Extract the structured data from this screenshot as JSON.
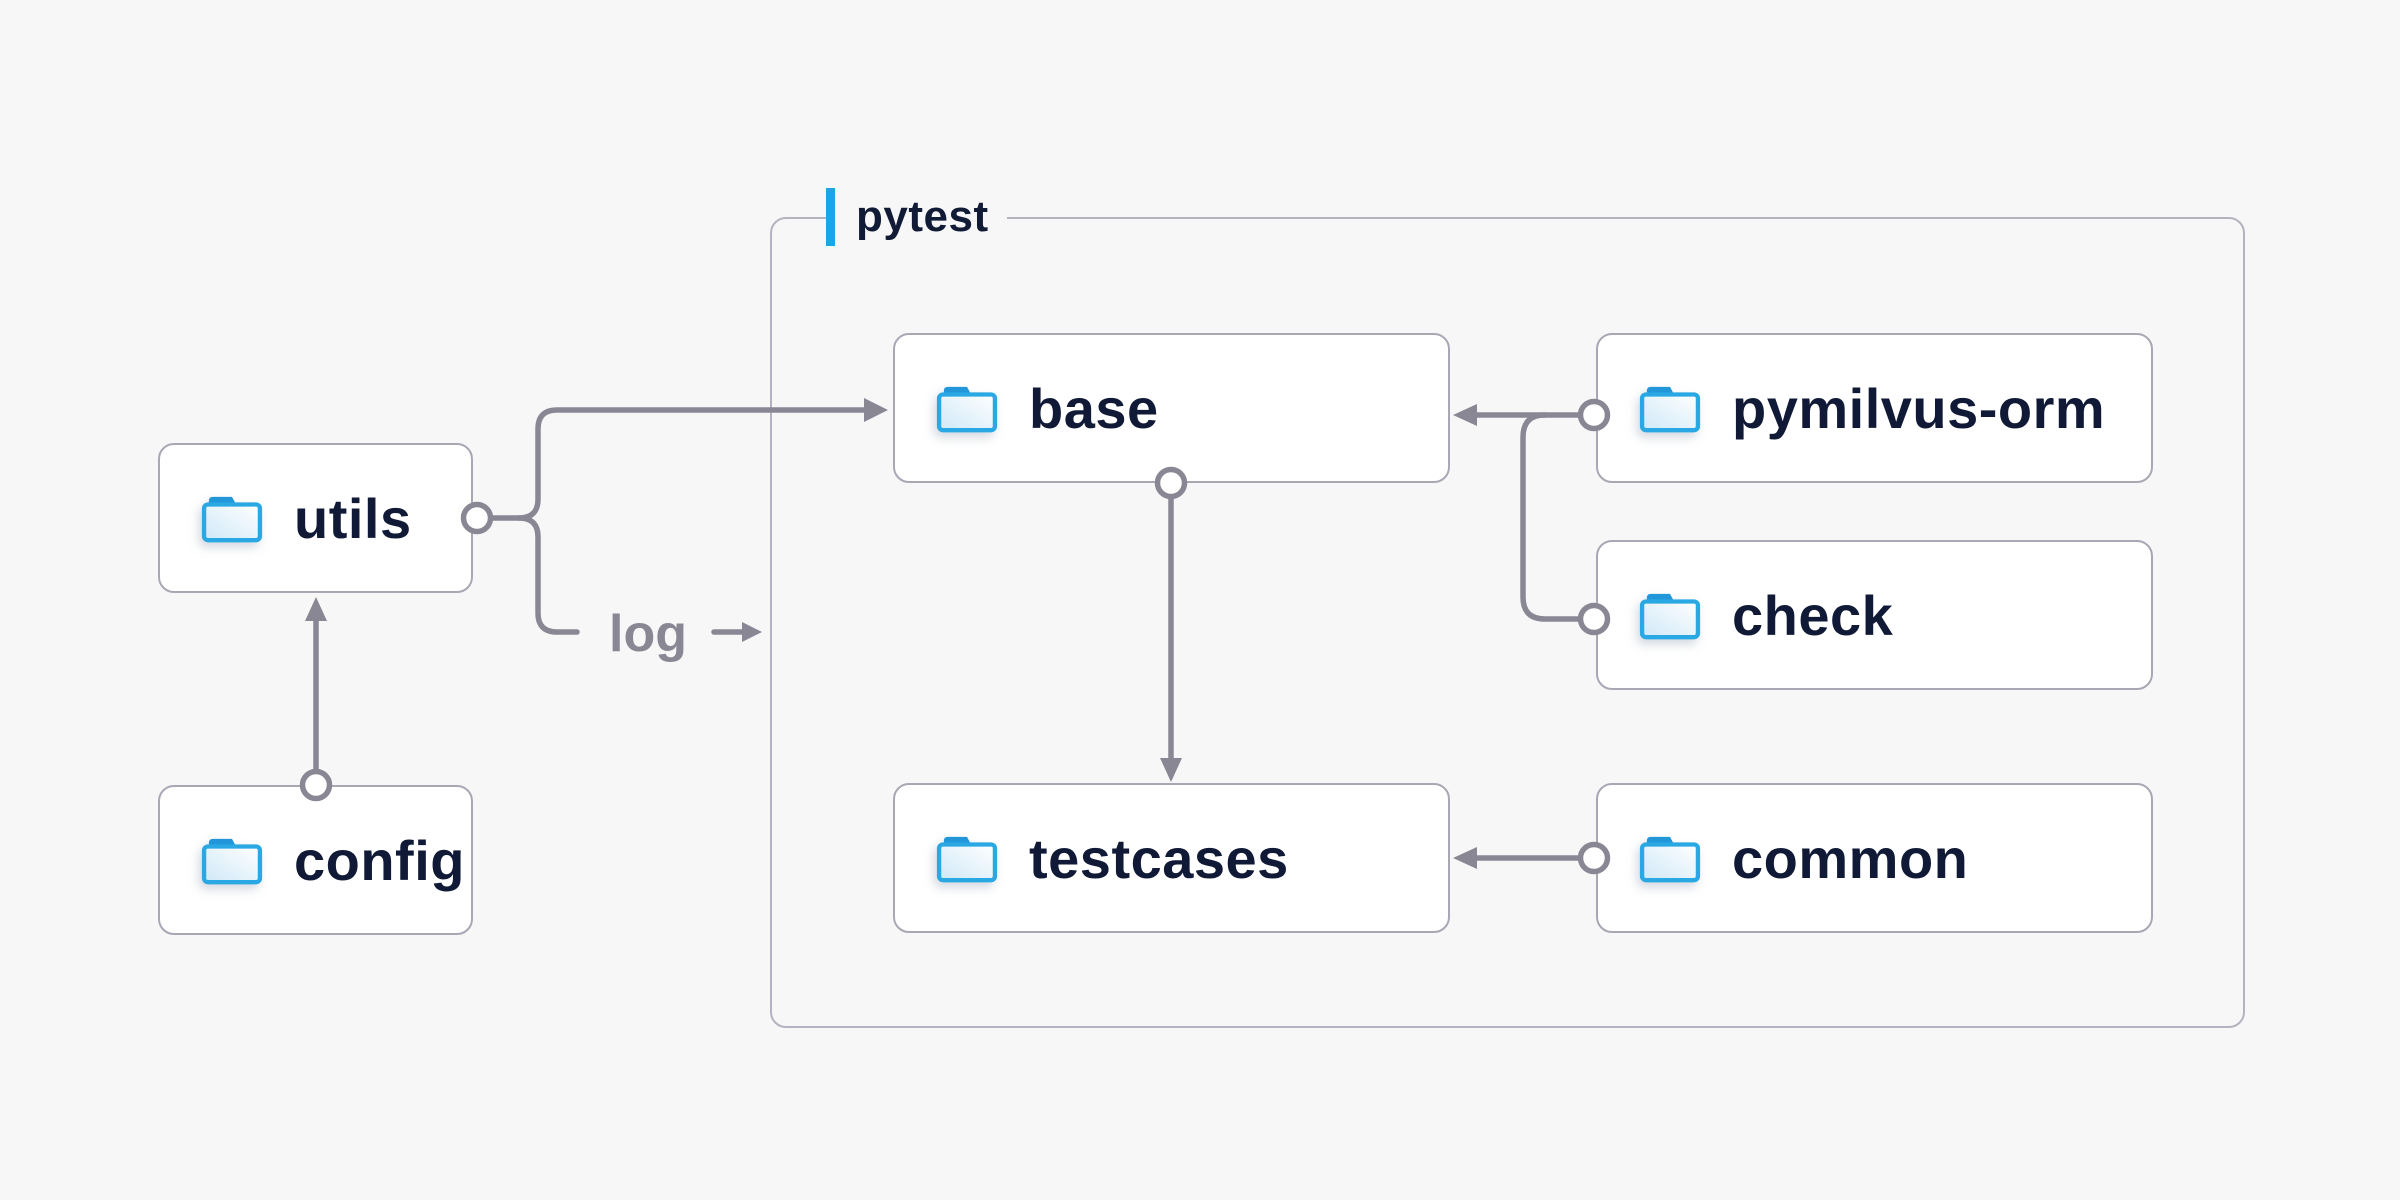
{
  "diagram": {
    "group": {
      "label": "pytest",
      "accent_color": "#1ba6e8"
    },
    "edge_label": "log",
    "nodes": [
      {
        "id": "utils",
        "label": "utils"
      },
      {
        "id": "config",
        "label": "config"
      },
      {
        "id": "base",
        "label": "base"
      },
      {
        "id": "pymilvus-orm",
        "label": "pymilvus-orm"
      },
      {
        "id": "check",
        "label": "check"
      },
      {
        "id": "testcases",
        "label": "testcases"
      },
      {
        "id": "common",
        "label": "common"
      }
    ],
    "edges": [
      {
        "from": "config",
        "to": "utils",
        "type": "arrow"
      },
      {
        "from": "utils",
        "to": "base",
        "type": "arrow"
      },
      {
        "from": "utils",
        "to": "log",
        "type": "labeled-arrow"
      },
      {
        "from": "pymilvus-orm",
        "to": "base",
        "type": "arrow"
      },
      {
        "from": "check",
        "to": "base",
        "type": "arrow-merge"
      },
      {
        "from": "base",
        "to": "testcases",
        "type": "arrow"
      },
      {
        "from": "common",
        "to": "testcases",
        "type": "arrow"
      }
    ],
    "icons": {
      "node_icon": "folder-icon"
    },
    "colors": {
      "background": "#f7f7f8",
      "node_fill": "#ffffff",
      "node_border": "#a9a7b4",
      "group_border": "#b5b3bf",
      "connector": "#8a8794",
      "node_text": "#101a36",
      "muted_text": "#8a8794",
      "accent_blue": "#1ba6e8",
      "folder_stroke": "#29a8e3",
      "folder_tab": "#2196d8",
      "folder_fill_light": "#cfe8f7"
    }
  }
}
